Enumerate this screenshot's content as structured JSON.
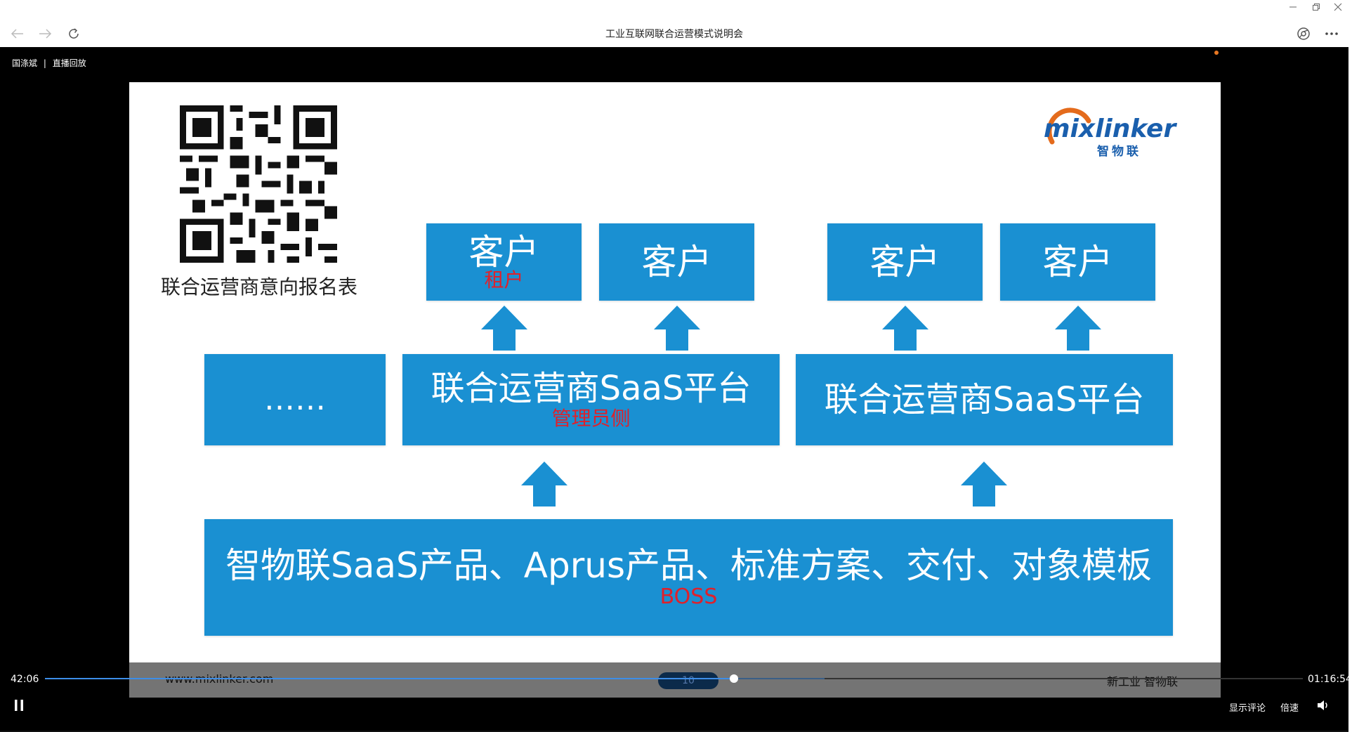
{
  "window": {
    "title": "工业互联网联合运营模式说明会",
    "icons": {
      "back": "back-arrow-icon",
      "forward": "forward-arrow-icon",
      "reload": "reload-icon",
      "minimize": "minimize-icon",
      "restore": "restore-icon",
      "close": "close-icon",
      "browser": "browser-icon",
      "more": "more-icon"
    }
  },
  "player": {
    "streamer_name": "国涤斌",
    "separator": "|",
    "mode_label": "直播回放",
    "current_time": "42:06",
    "total_time": "01:16:54",
    "progress": 0.5475,
    "buffered": 0.62,
    "show_comments_label": "显示评论",
    "speed_label": "倍速",
    "accent_color": "#3d8ee8"
  },
  "slide": {
    "qr_caption": "联合运营商意向报名表",
    "logo_text": "mixlinker",
    "logo_cn": "智物联",
    "customers": [
      {
        "label": "客户",
        "sub": "租户"
      },
      {
        "label": "客户",
        "sub": ""
      },
      {
        "label": "客户",
        "sub": ""
      },
      {
        "label": "客户",
        "sub": ""
      }
    ],
    "ellipsis_box": "……",
    "platforms": [
      {
        "label": "联合运营商SaaS平台",
        "sub": "管理员侧"
      },
      {
        "label": "联合运营商SaaS平台",
        "sub": ""
      }
    ],
    "base": {
      "label": "智物联SaaS产品、Aprus产品、标准方案、交付、对象模板",
      "sub": "BOSS"
    },
    "footer_left": "www.mixlinker.com",
    "footer_page": "10",
    "footer_right": "新工业 智物联",
    "box_color": "#1a90d2",
    "annotation_color": "#e0202a"
  }
}
